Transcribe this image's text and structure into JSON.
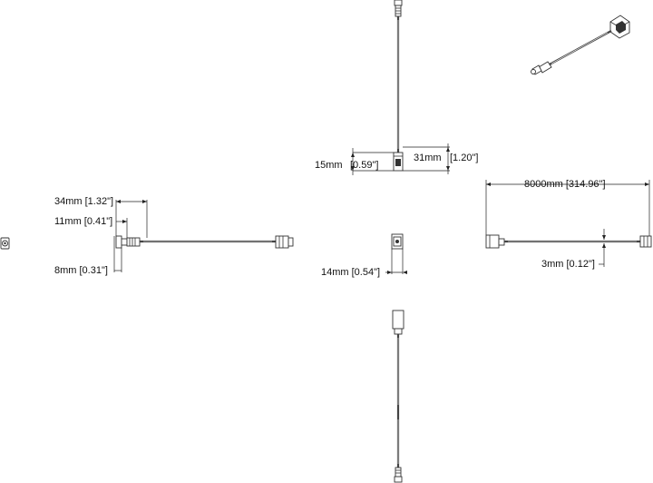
{
  "dimensions": {
    "len_34": "34mm [1.32\"]",
    "len_11": "11mm [0.41\"]",
    "len_8": "8mm [0.31\"]",
    "len_15": "15mm",
    "len_15_in": "[0.59\"]",
    "len_31": "31mm",
    "len_31_in": "[1.20\"]",
    "len_14": "14mm [0.54\"]",
    "len_8000": "8000mm [314.96\"]",
    "len_3": "3mm [0.12\"]"
  },
  "colors": {
    "line": "#333333",
    "background": "#ffffff"
  }
}
